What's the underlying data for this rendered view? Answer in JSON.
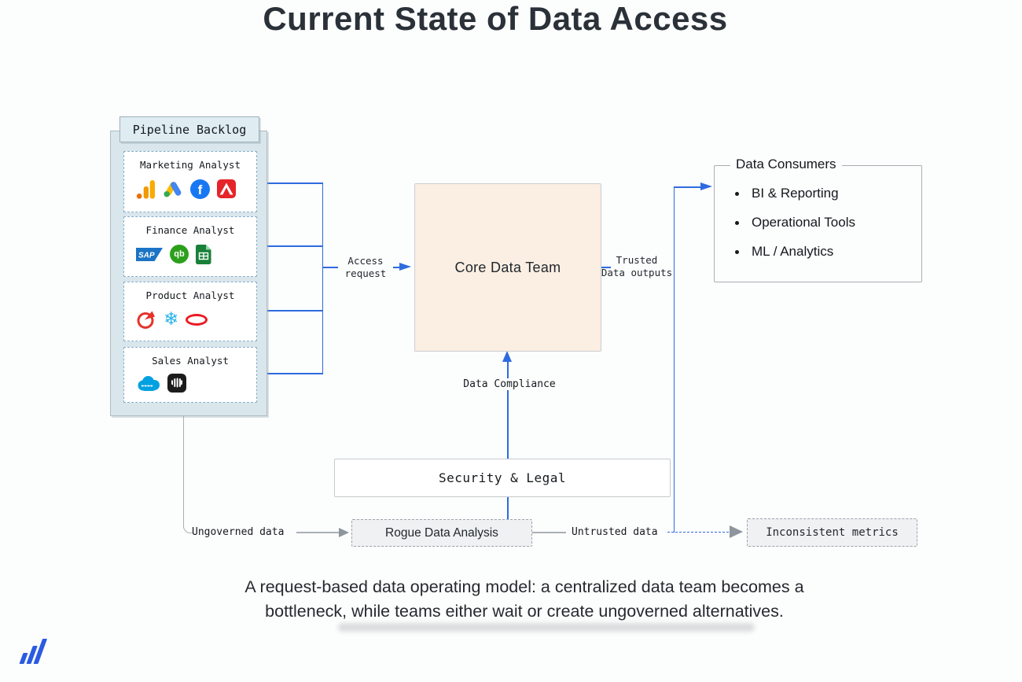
{
  "title": "Current State of Data Access",
  "pipeline_backlog": {
    "title": "Pipeline Backlog",
    "cards": [
      {
        "label": "Marketing Analyst",
        "icons": [
          "google-analytics-icon",
          "google-ads-icon",
          "facebook-icon",
          "adobe-icon"
        ]
      },
      {
        "label": "Finance Analyst",
        "icons": [
          "sap-icon",
          "quickbooks-icon",
          "google-sheets-icon"
        ]
      },
      {
        "label": "Product Analyst",
        "icons": [
          "gauge-icon",
          "snowflake-icon",
          "oracle-icon"
        ]
      },
      {
        "label": "Sales Analyst",
        "icons": [
          "salesforce-icon",
          "intercom-icon"
        ]
      }
    ]
  },
  "flow_labels": {
    "access_request_line1": "Access",
    "access_request_line2": "request",
    "trusted_line1": "Trusted",
    "trusted_line2": "Data outputs",
    "data_compliance": "Data Compliance",
    "ungoverned": "Ungoverned data",
    "untrusted": "Untrusted data"
  },
  "core_data_team": {
    "label": "Core Data Team"
  },
  "data_consumers": {
    "title": "Data Consumers",
    "items": [
      "BI & Reporting",
      "Operational Tools",
      "ML / Analytics"
    ]
  },
  "security_legal": {
    "label": "Security & Legal"
  },
  "rogue_box": {
    "label": "Rogue Data Analysis"
  },
  "inconsistent_box": {
    "label": "Inconsistent metrics"
  },
  "caption": {
    "line1": "A request-based data operating model: a centralized data team becomes a",
    "line2": "bottleneck, while teams either wait or create ungoverned alternatives."
  },
  "icons": {
    "facebook_letter": "f",
    "quickbooks_letters": "qb",
    "sap_letters": "SAP",
    "snowflake_glyph": "❄"
  },
  "colors": {
    "connector_blue": "#2E6BDF",
    "connector_gray": "#A9AFB6",
    "core_box_bg": "#FBEEE2",
    "backlog_bg": "#D9E6EC",
    "muted_box_bg": "#EFF1F3",
    "logo_blue": "#2B5BE2"
  }
}
